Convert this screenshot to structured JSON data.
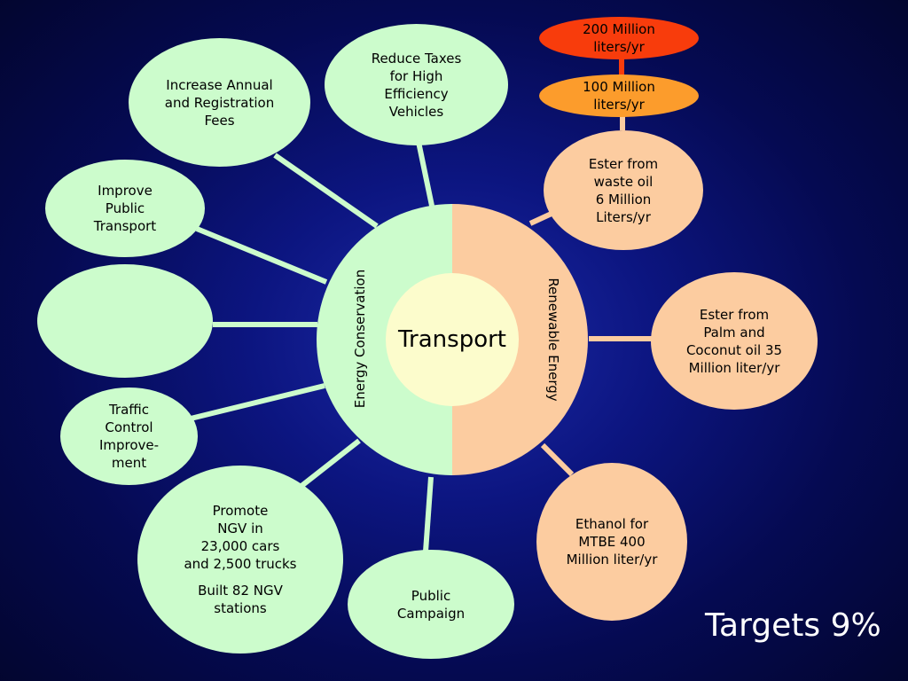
{
  "center": {
    "label": "Transport",
    "left_label": "Energy Conservation",
    "right_label": "Renewable Energy"
  },
  "conservation_nodes": [
    {
      "lines": "Increase Annual\nand Registration\nFees"
    },
    {
      "lines": "Reduce Taxes\nfor High\nEfficiency\nVehicles"
    },
    {
      "lines": "Improve\nPublic\nTransport"
    },
    {
      "lines": ""
    },
    {
      "lines": "Traffic\nControl\nImprove-\nment"
    },
    {
      "lines": "Promote\nNGV in\n23,000 cars\nand 2,500 trucks",
      "extra": "Built 82 NGV\nstations"
    },
    {
      "lines": "Public\nCampaign"
    }
  ],
  "renewable_nodes": [
    {
      "lines": "Ester from\nwaste oil\n6 Million\nLiters/yr"
    },
    {
      "lines": "Ester from\nPalm and\nCoconut oil 35\nMillion liter/yr"
    },
    {
      "lines": "Ethanol for\nMTBE 400\nMillion liter/yr"
    }
  ],
  "stacked_targets": [
    {
      "lines": "200 Million\nliters/yr"
    },
    {
      "lines": "100 Million\nliters/yr"
    }
  ],
  "footer": {
    "targets": "Targets 9%"
  },
  "colors": {
    "conservation": "#ccfccc",
    "renewable": "#fccca0",
    "center": "#fcfccc",
    "target_200": "#f83c0c",
    "target_100": "#fc9c2c"
  }
}
